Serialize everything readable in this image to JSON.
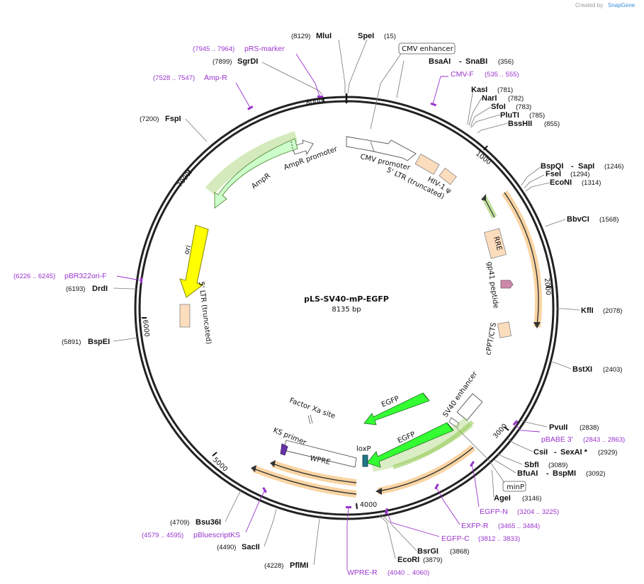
{
  "credit": {
    "created_by": "Created by",
    "brand": "SnapGene"
  },
  "plasmid": {
    "name": "pLS-SV40-mP-EGFP",
    "length": "8135 bp"
  },
  "ticks": [
    "1000",
    "2000",
    "3000",
    "4000",
    "5000",
    "6000",
    "7000",
    "8000"
  ],
  "sites": [
    {
      "pos": "(8129)",
      "name": "MluI"
    },
    {
      "name": "SpeI",
      "pos": "(15)"
    },
    {
      "pos": "(7899)",
      "name": "SgrDI"
    },
    {
      "name": "BsaAI",
      "sep": "-",
      "name2": "SnaBI",
      "pos": "(356)"
    },
    {
      "name": "KasI",
      "pos": "(781)"
    },
    {
      "name": "NarI",
      "pos": "(782)"
    },
    {
      "name": "SfoI",
      "pos": "(783)"
    },
    {
      "name": "PluTI",
      "pos": "(785)"
    },
    {
      "name": "BssHII",
      "pos": "(855)"
    },
    {
      "pos": "(7200)",
      "name": "FspI"
    },
    {
      "name": "BspQI",
      "sep": "-",
      "name2": "SapI",
      "pos": "(1246)"
    },
    {
      "name": "FseI",
      "pos": "(1294)"
    },
    {
      "name": "EcoNI",
      "pos": "(1314)"
    },
    {
      "name": "BbvCI",
      "pos": "(1568)"
    },
    {
      "pos": "(6193)",
      "name": "DrdI"
    },
    {
      "name": "KflI",
      "pos": "(2078)"
    },
    {
      "pos": "(5891)",
      "name": "BspEI"
    },
    {
      "name": "BstXI",
      "pos": "(2403)"
    },
    {
      "name": "PvuII",
      "pos": "(2838)"
    },
    {
      "name": "CsiI",
      "sep": "-",
      "name2": "SexAI *",
      "pos": "(2929)"
    },
    {
      "name": "SbfI",
      "pos": "(3089)"
    },
    {
      "name": "BfuAI",
      "sep": "-",
      "name2": "BspMI",
      "pos": "(3092)"
    },
    {
      "name": "AgeI",
      "pos": "(3146)"
    },
    {
      "pos": "(4709)",
      "name": "Bsu36I"
    },
    {
      "name": "BsrGI",
      "pos": "(3868)"
    },
    {
      "name": "EcoRI",
      "pos": "(3879)"
    },
    {
      "pos": "(4490)",
      "name": "SacII"
    },
    {
      "pos": "(4228)",
      "name": "PflMI"
    }
  ],
  "primers": [
    {
      "pos": "(7945 .. 7964)",
      "name": "pRS-marker"
    },
    {
      "pos": "(7528 .. 7547)",
      "name": "Amp-R"
    },
    {
      "name": "CMV-F",
      "pos": "(535 .. 555)"
    },
    {
      "pos": "(6226 .. 6245)",
      "name": "pBR322ori-F"
    },
    {
      "name": "pBABE 3'",
      "pos": "(2843 .. 2863)"
    },
    {
      "name": "EGFP-N",
      "pos": "(3204 .. 3225)"
    },
    {
      "name": "EXFP-R",
      "pos": "(3465 .. 3484)"
    },
    {
      "name": "EGFP-C",
      "pos": "(3812 .. 3833)"
    },
    {
      "pos": "(4579 .. 4595)",
      "name": "pBluescriptKS"
    },
    {
      "name": "WPRE-R",
      "pos": "(4040 .. 4060)"
    }
  ],
  "boxed_features": {
    "cmv_enhancer": "CMV enhancer",
    "minp": "minP"
  },
  "features": {
    "cmv_promoter": "CMV promoter",
    "ltr5": "5' LTR (truncated)",
    "hiv1_psi": "HIV-1 ψ",
    "ampr_promoter": "AmpR promoter",
    "ampr": "AmpR",
    "ori": "ori",
    "ltr5b": "5' LTR (truncated)",
    "rre": "RRE",
    "gp41": "gp41 peptide",
    "cppt": "cPPT/CTS",
    "sv40_enhancer": "SV40 enhancer",
    "egfp1": "EGFP",
    "egfp2": "EGFP",
    "factor_xa": "Factor Xa site",
    "ks_primer": "KS primer",
    "wpre": "WPRE",
    "loxp": "loxP"
  },
  "colors": {
    "ring": "#222222",
    "primer": "#9933cc",
    "green_fill": "#ccffcc",
    "green_stroke": "#86c440",
    "orange_halo": "#f7c98b",
    "ori_yellow": "#ffff00",
    "peach": "#fbdcbd",
    "egfp_green": "#33ff33",
    "gp41_pink": "#cc88aa",
    "loxp_teal": "#227788",
    "ks_purple": "#6633aa"
  }
}
